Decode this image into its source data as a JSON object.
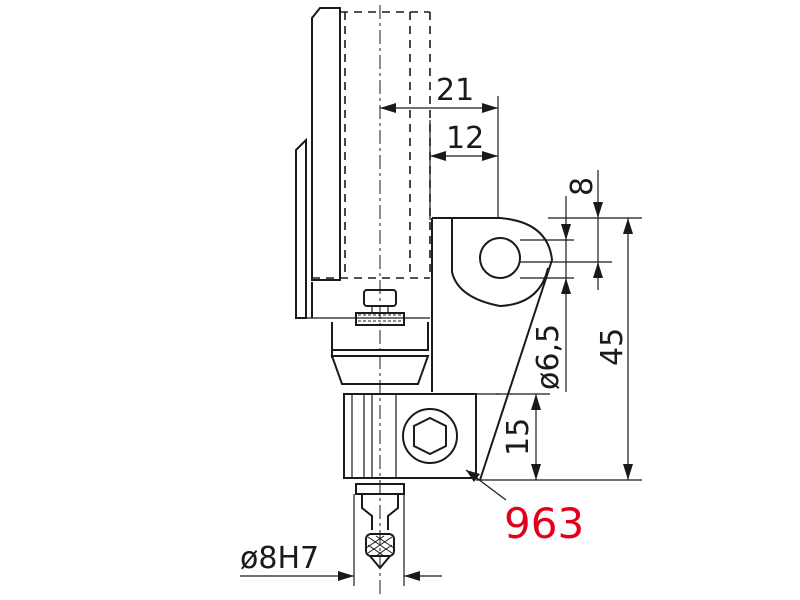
{
  "dimensions": {
    "d21": "21",
    "d12": "12",
    "d8": "8",
    "d45": "45",
    "d65": "ø6,5",
    "d15": "15",
    "d8h7": "ø8H7"
  },
  "part_number": {
    "label": "963",
    "color": "#e3001b"
  },
  "colors": {
    "line": "#1a1a1a",
    "background": "#ffffff"
  }
}
